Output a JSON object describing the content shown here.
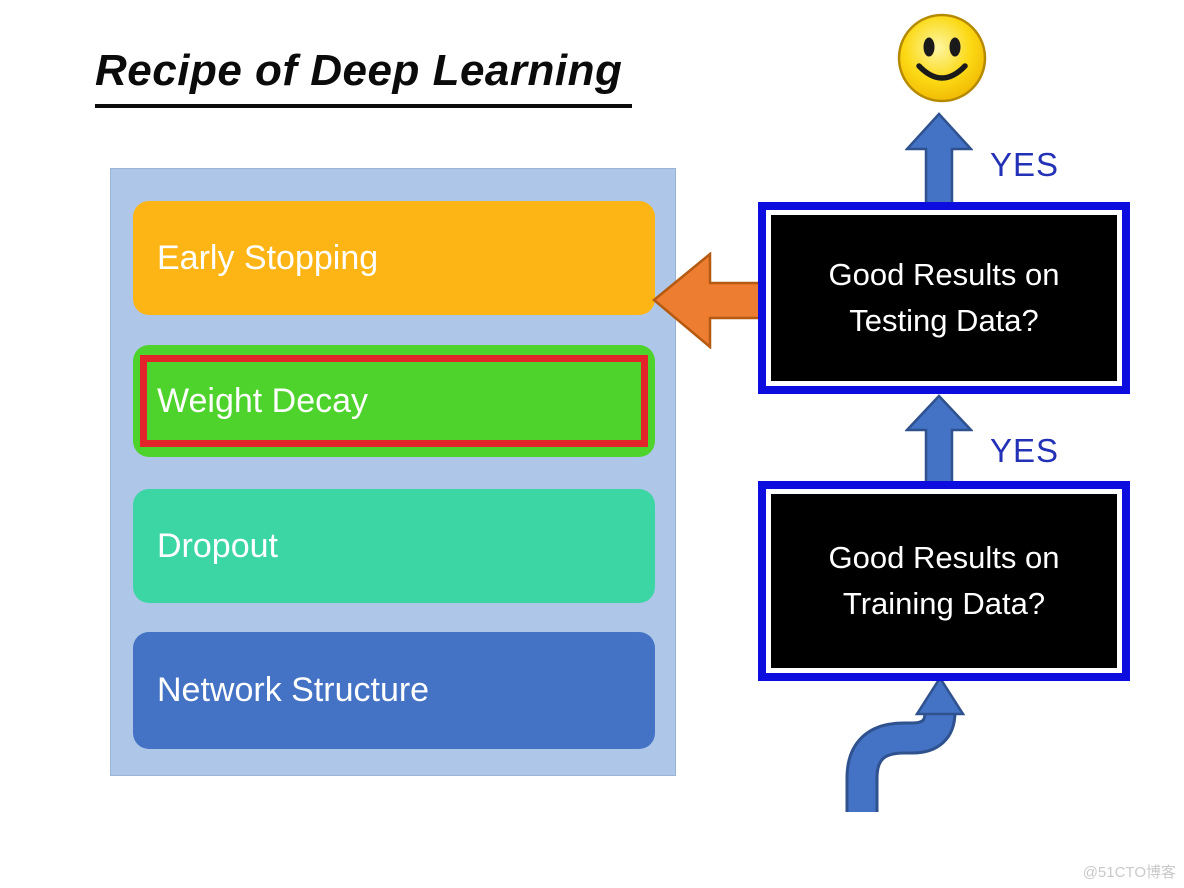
{
  "title": "Recipe of Deep Learning",
  "left_panel": {
    "background": "#aec7e8",
    "items": [
      {
        "label": "Early Stopping",
        "color": "#fdb515"
      },
      {
        "label": "Weight Decay",
        "color": "#4ed32c",
        "highlight_border_color": "#e3242b"
      },
      {
        "label": "Dropout",
        "color": "#3cd6a4"
      },
      {
        "label": "Network Structure",
        "color": "#4472c4"
      }
    ]
  },
  "flowchart": {
    "testing_box": {
      "line1": "Good Results on",
      "line2": "Testing Data?"
    },
    "training_box": {
      "line1": "Good Results on",
      "line2": "Training Data?"
    },
    "yes_top": "YES",
    "yes_mid": "YES",
    "yes_color": "#2231b5",
    "arrow_color": "#4472c4",
    "arrow_outline_color": "#2f528f",
    "orange_arrow_color": "#ed7d31",
    "orange_arrow_outline_color": "#b55a11",
    "box_border_color": "#0d0de0",
    "box_fill_color": "#000000"
  },
  "icons": {
    "smiley": "smiley-face-icon"
  },
  "watermark": "@51CTO博客"
}
